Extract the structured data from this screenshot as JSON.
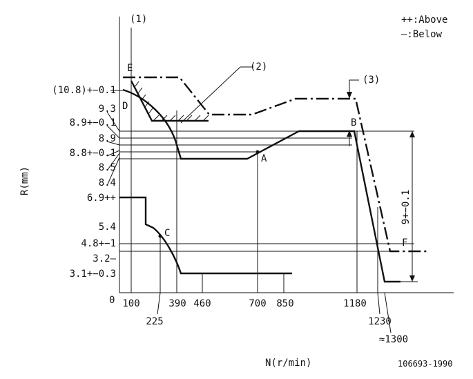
{
  "header": {
    "marker_1": "(1)",
    "legend_above": "++:Above",
    "legend_below": "—:Below"
  },
  "callouts": {
    "c2": "(2)",
    "c3": "(3)"
  },
  "point_labels": {
    "A": "A",
    "B": "B",
    "C": "C",
    "D": "D",
    "E": "E",
    "F": "F"
  },
  "axis": {
    "y_label": "R(mm)",
    "x_label": "N(r/min)",
    "origin": "0"
  },
  "y_ticks": [
    "(10.8)+−0.1",
    "9.3",
    "8.9+−0.1",
    "8.9",
    "8.8+−0.1",
    "8.5",
    "8.4",
    "6.9++",
    "5.4",
    "4.8+−1",
    "3.2—",
    "3.1+−0.3"
  ],
  "x_ticks": [
    "100",
    "225",
    "390",
    "460",
    "700",
    "850",
    "1180",
    "1230",
    "≈1300"
  ],
  "dimension_label": "9+−0.1",
  "drawing_id": "106693-1990"
}
